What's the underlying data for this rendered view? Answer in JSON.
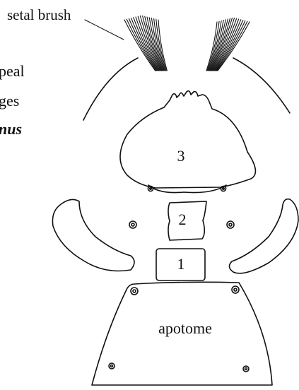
{
  "labels": {
    "setal_brush": "setal brush",
    "sclerite_3": "3",
    "sclerite_2": "2",
    "sclerite_1": "1",
    "apotome": "apotome"
  },
  "caption": {
    "line1": "peal",
    "line2": "ges",
    "line3": "nus"
  },
  "colors": {
    "ink": "#111111",
    "background": "#ffffff"
  }
}
